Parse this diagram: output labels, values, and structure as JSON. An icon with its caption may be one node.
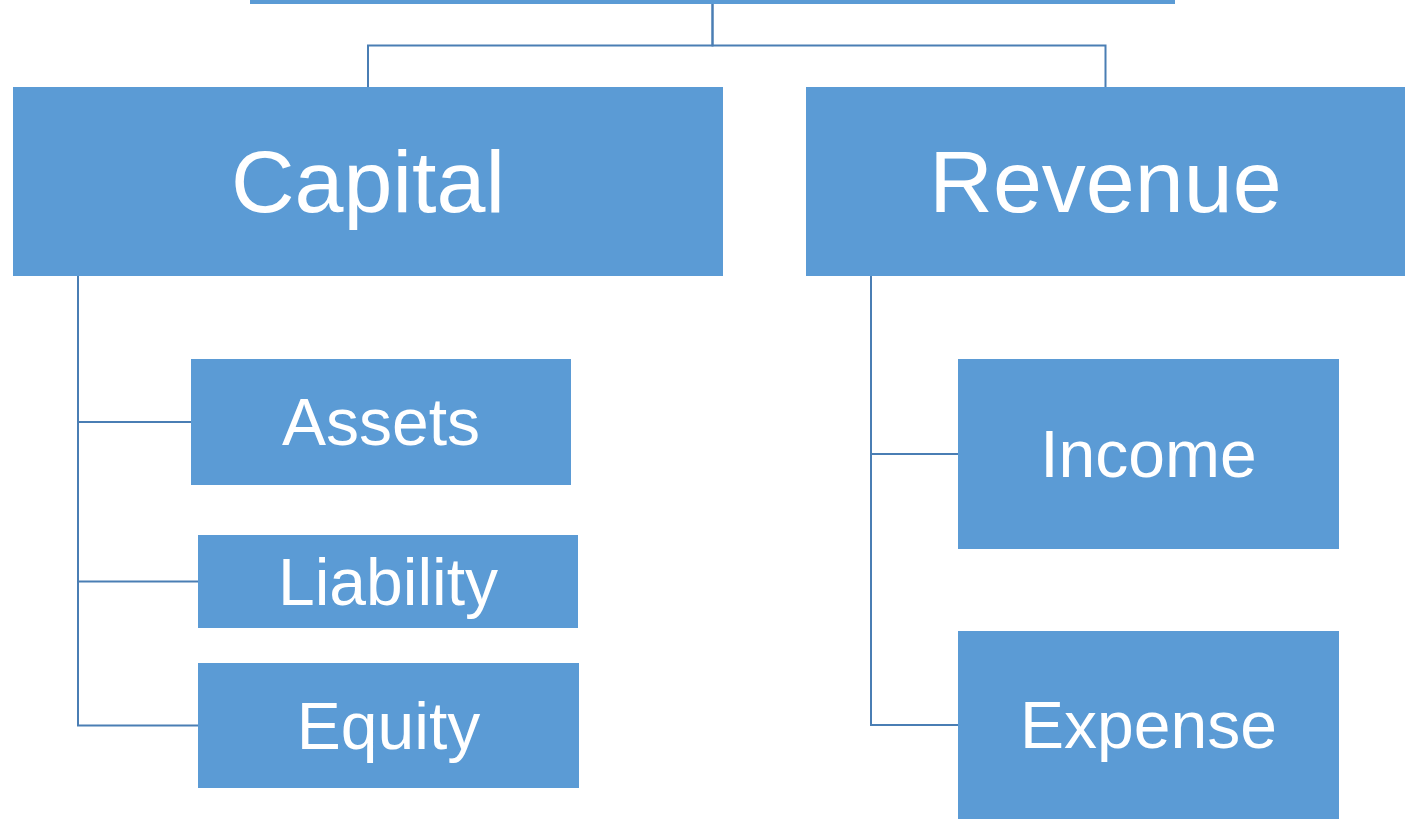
{
  "diagram": {
    "nodes": [
      {
        "text": [],
        "shape": "box"
      },
      {
        "text": [
          "Capital"
        ]
      },
      {
        "text": [
          "Revenue"
        ]
      },
      {
        "text": [
          "Assets"
        ]
      },
      {
        "text": [
          "Liability"
        ]
      },
      {
        "text": [
          "Equity"
        ]
      },
      {
        "text": [
          "Income"
        ]
      },
      {
        "text": [
          "Expense"
        ]
      }
    ],
    "edges": [
      {
        "from": 0,
        "to": 1,
        "arrow": "none"
      },
      {
        "from": 0,
        "to": 2,
        "arrow": "none"
      },
      {
        "from": 1,
        "to": 3,
        "arrow": "none"
      },
      {
        "from": 1,
        "to": 4,
        "arrow": "none"
      },
      {
        "from": 1,
        "to": 5,
        "arrow": "none"
      },
      {
        "from": 2,
        "to": 6,
        "arrow": "none"
      },
      {
        "from": 2,
        "to": 7,
        "arrow": "none"
      }
    ]
  }
}
